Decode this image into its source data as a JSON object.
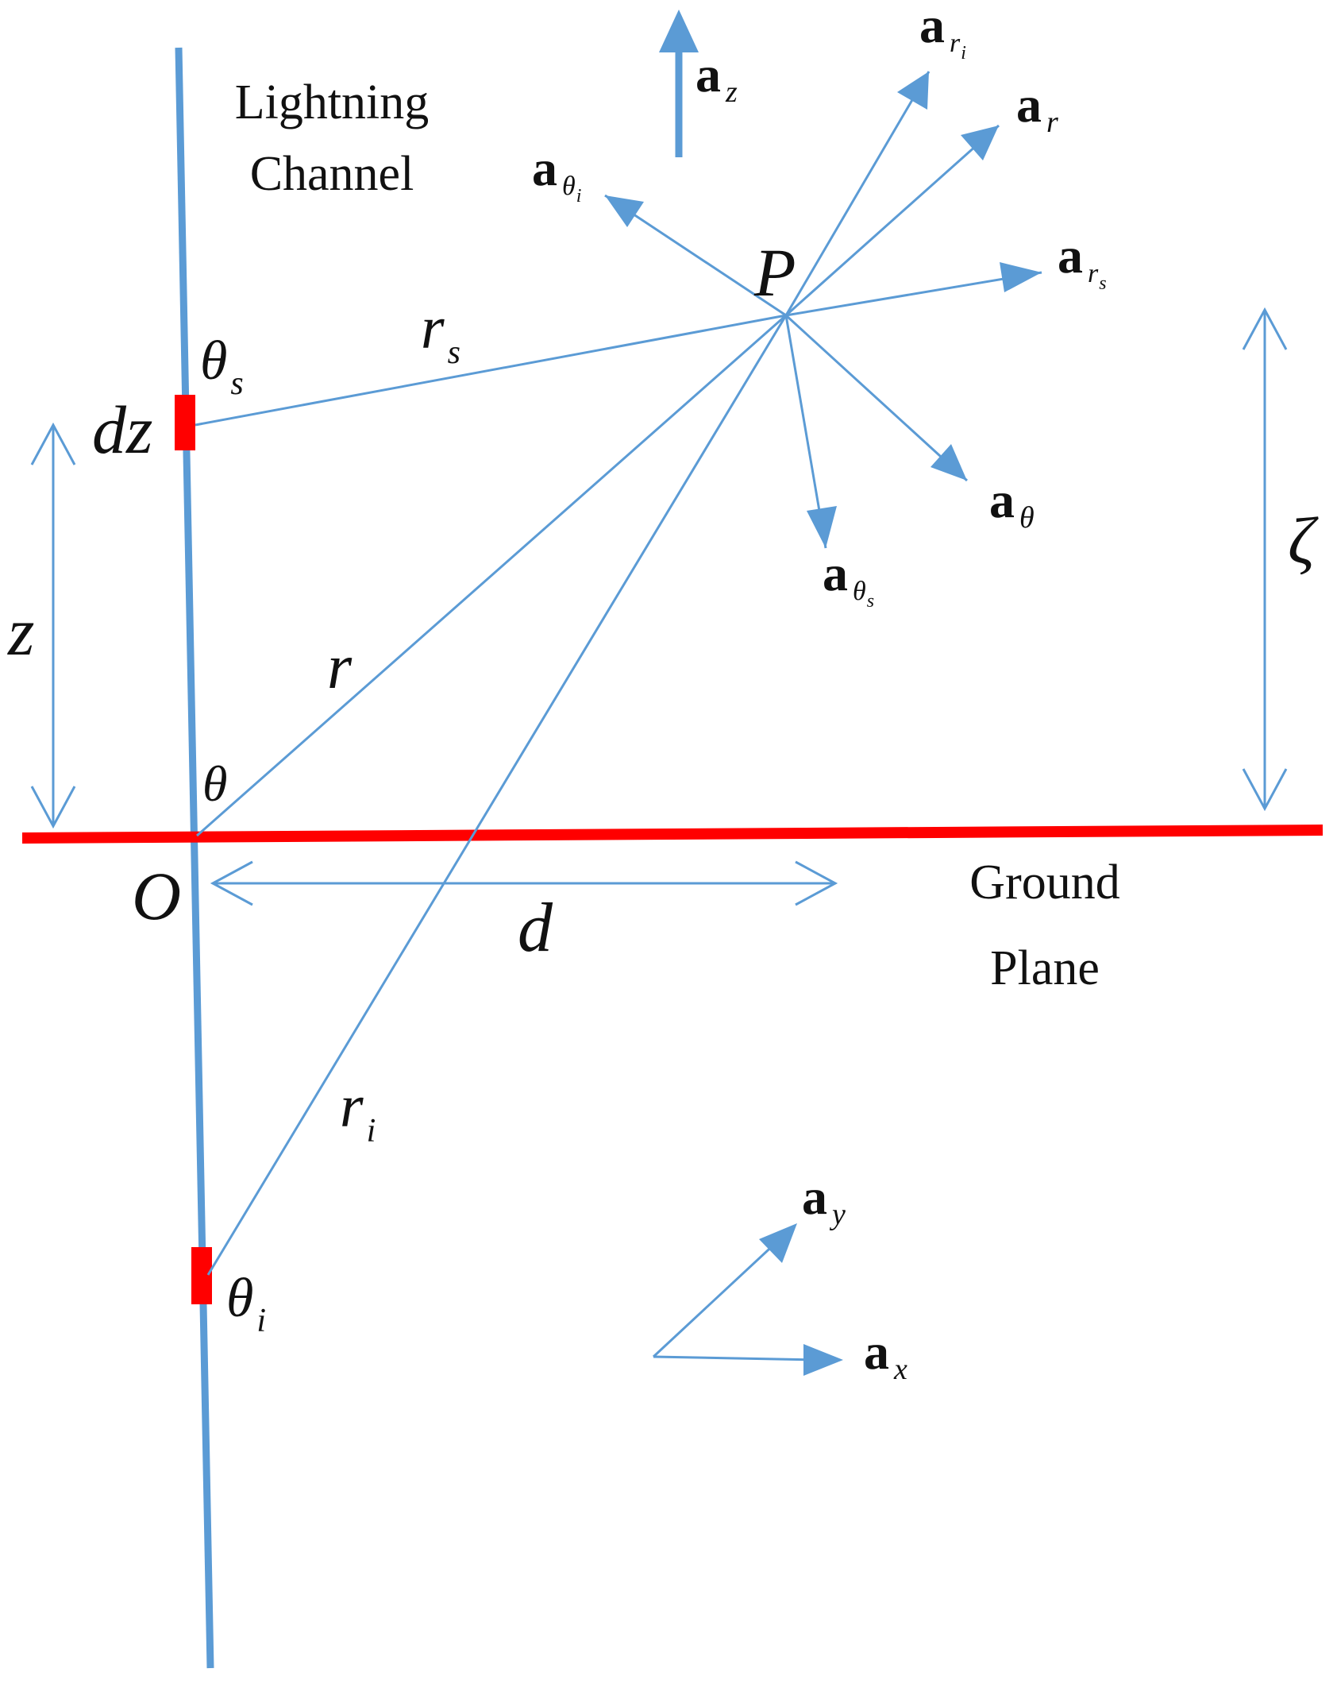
{
  "colors": {
    "channel": "#5b9bd5",
    "ground": "#ff0000",
    "segment": "#ff0000",
    "text": "#111111"
  },
  "labels": {
    "channel_line1": "Lightning",
    "channel_line2": "Channel",
    "ground_line1": "Ground",
    "ground_line2": "Plane",
    "point_P": "P",
    "origin_O": "O",
    "dist_d": "d",
    "height_z": "z",
    "height_zeta": "ζ",
    "element_dz": "dz",
    "dist_r": "r",
    "dist_rs": "r",
    "dist_rs_sub": "s",
    "dist_ri": "r",
    "dist_ri_sub": "i",
    "angle_theta": "θ",
    "angle_theta_s": "θ",
    "angle_theta_s_sub": "s",
    "angle_theta_i": "θ",
    "angle_theta_i_sub": "i"
  },
  "vectors": {
    "a_letter": "a",
    "az_sub": "z",
    "ar_sub": "r",
    "ari_sub": "r",
    "ari_subsub": "i",
    "ars_sub": "r",
    "ars_subsub": "s",
    "atheta_sub": "θ",
    "athetai_sub": "θ",
    "athetai_subsub": "i",
    "athetas_sub": "θ",
    "athetas_subsub": "s",
    "ax_sub": "x",
    "ay_sub": "y"
  }
}
